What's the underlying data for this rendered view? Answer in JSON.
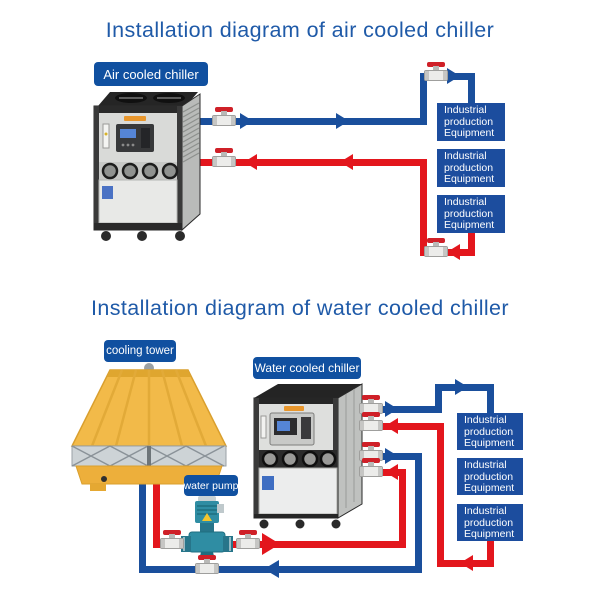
{
  "titles": {
    "air": "Installation diagram of air cooled chiller",
    "water": "Installation diagram of water cooled chiller"
  },
  "labels": {
    "air_chiller": "Air cooled chiller",
    "water_chiller": "Water cooled chiller",
    "cooling_tower": "cooling tower",
    "water_pump": "water pump"
  },
  "equipment_box": {
    "line1": "Industrial",
    "line2": "production",
    "line3": "Equipment"
  },
  "colors": {
    "title_text": "#1f5aa8",
    "pipe_blue": "#1a4f9c",
    "pipe_red": "#e3161d",
    "label_bg": "#1050a0",
    "box_bg": "#1c4d9e",
    "valve_red": "#cf2028",
    "tower_yellow": "#f2ba49",
    "pump_teal": "#2f8da3"
  }
}
